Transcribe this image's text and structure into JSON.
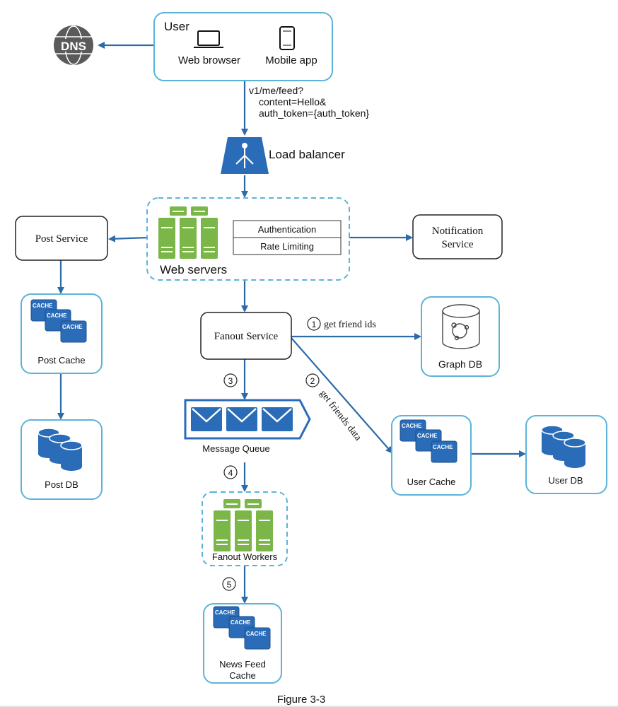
{
  "user": {
    "title": "User",
    "web_label": "Web browser",
    "mobile_label": "Mobile app"
  },
  "dns": {
    "label": "DNS"
  },
  "request": {
    "line1": "v1/me/feed?",
    "line2": "content=Hello&",
    "line3": "auth_token={auth_token}"
  },
  "load_balancer": {
    "label": "Load balancer"
  },
  "web_servers": {
    "label": "Web servers",
    "auth_label": "Authentication",
    "rate_label": "Rate Limiting"
  },
  "post_service": {
    "label": "Post Service"
  },
  "notification_service": {
    "line1": "Notification",
    "line2": "Service"
  },
  "post_cache": {
    "label": "Post Cache"
  },
  "post_db": {
    "label": "Post DB"
  },
  "fanout_service": {
    "label": "Fanout Service"
  },
  "graph_db": {
    "label": "Graph DB"
  },
  "message_queue": {
    "label": "Message Queue"
  },
  "user_cache": {
    "label": "User Cache"
  },
  "user_db": {
    "label": "User DB"
  },
  "fanout_workers": {
    "label": "Fanout Workers"
  },
  "news_feed_cache": {
    "line1": "News Feed",
    "line2": "Cache"
  },
  "cache_tag": "CACHE",
  "steps": {
    "s1": {
      "num": "1",
      "label": "get friend ids"
    },
    "s2": {
      "num": "2",
      "label": "get friends data"
    },
    "s3": {
      "num": "3"
    },
    "s4": {
      "num": "4"
    },
    "s5": {
      "num": "5"
    }
  },
  "caption": "Figure 3-3",
  "colors": {
    "arrow": "#2d6aa8",
    "frame": "#5cb3d9",
    "cache_blue": "#2a6cb8",
    "server_green": "#7ab648",
    "lb_blue": "#2a6cb8"
  }
}
